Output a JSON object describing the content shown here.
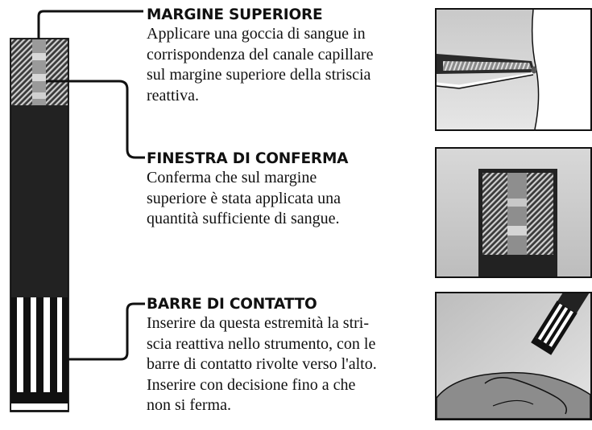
{
  "sections": [
    {
      "title": "MARGINE SUPERIORE",
      "lines": [
        "Applicare una goccia di sangue in",
        "corrispondenza del canale capillare",
        "sul margine superiore della striscia",
        "reattiva."
      ]
    },
    {
      "title": "FINESTRA DI CONFERMA",
      "lines": [
        "Conferma che sul margine",
        "superiore è stata applicata una",
        "quantità sufficiente di sangue."
      ]
    },
    {
      "title": "BARRE DI CONTATTO",
      "lines": [
        "Inserire da questa estremità la stri-",
        "scia reattiva nello strumento, con le",
        "barre di contatto rivolte verso l'alto.",
        "Inserire con decisione fino a che",
        "non si ferma."
      ]
    }
  ]
}
